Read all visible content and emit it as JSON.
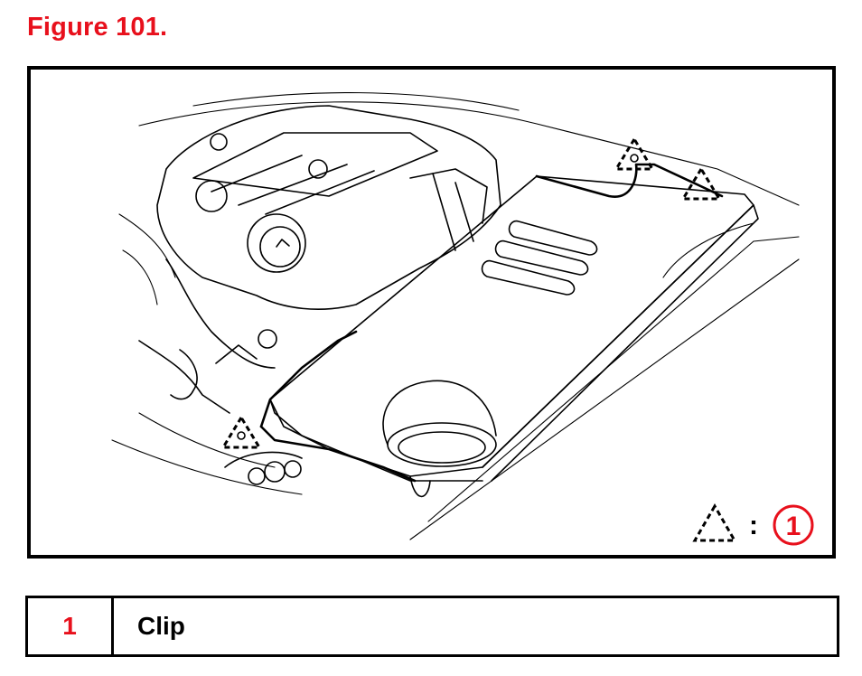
{
  "figure": {
    "title": "Figure 101.",
    "key": {
      "separator": ":",
      "number": "1",
      "symbol_icon": "dashed-triangle-clip-icon"
    }
  },
  "legend": {
    "rows": [
      {
        "number": "1",
        "label": "Clip"
      }
    ]
  },
  "colors": {
    "accent": "#e8101c",
    "line": "#000000",
    "background": "#ffffff"
  }
}
